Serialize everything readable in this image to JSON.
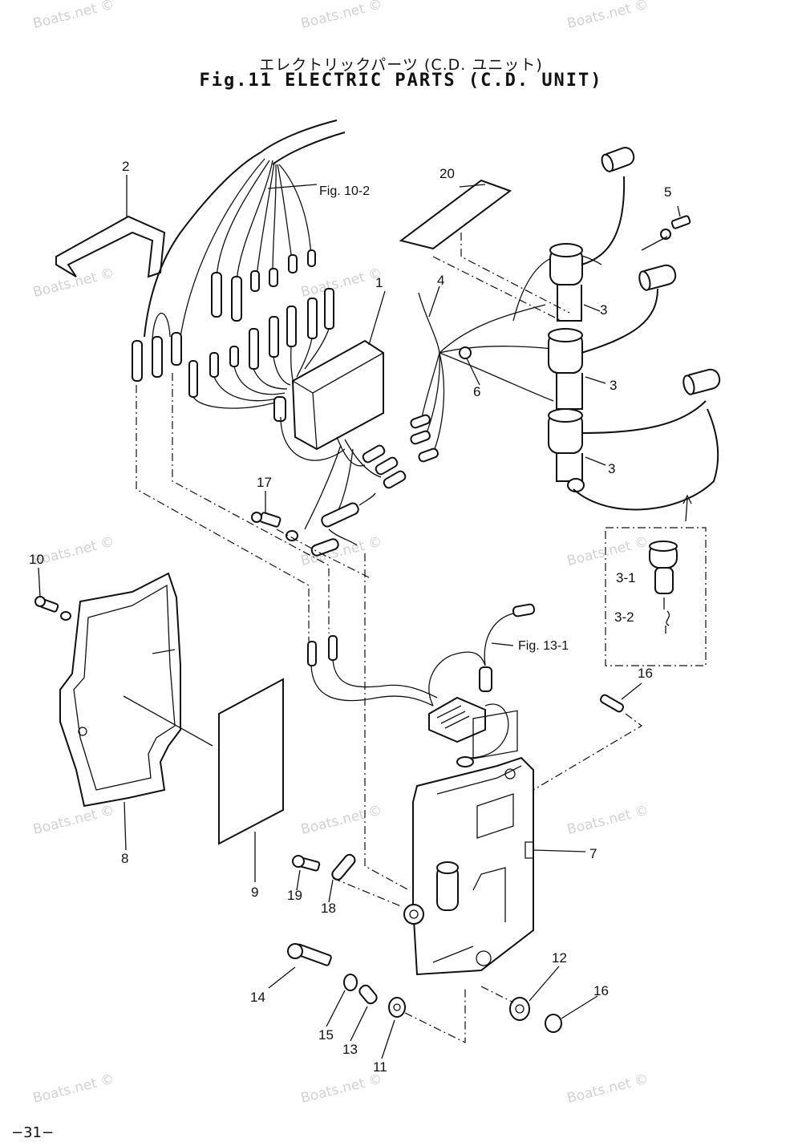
{
  "title": {
    "japanese": "エレクトリックパーツ (C.D. ユニット)",
    "english": "Fig.11 ELECTRIC PARTS (C.D. UNIT)"
  },
  "page_number": "−31−",
  "watermark": "Boats.net ©",
  "references": {
    "fig_10_2": "Fig. 10-2",
    "fig_13_1": "Fig. 13-1"
  },
  "callouts": {
    "p1": "1",
    "p2": "2",
    "p3a": "3",
    "p3b": "3",
    "p3c": "3",
    "p3_1": "3-1",
    "p3_2": "3-2",
    "p4": "4",
    "p5": "5",
    "p6": "6",
    "p7": "7",
    "p8": "8",
    "p9": "9",
    "p10": "10",
    "p11": "11",
    "p12": "12",
    "p13": "13",
    "p14": "14",
    "p15": "15",
    "p16a": "16",
    "p16b": "16",
    "p17": "17",
    "p18": "18",
    "p19": "19",
    "p20": "20"
  }
}
